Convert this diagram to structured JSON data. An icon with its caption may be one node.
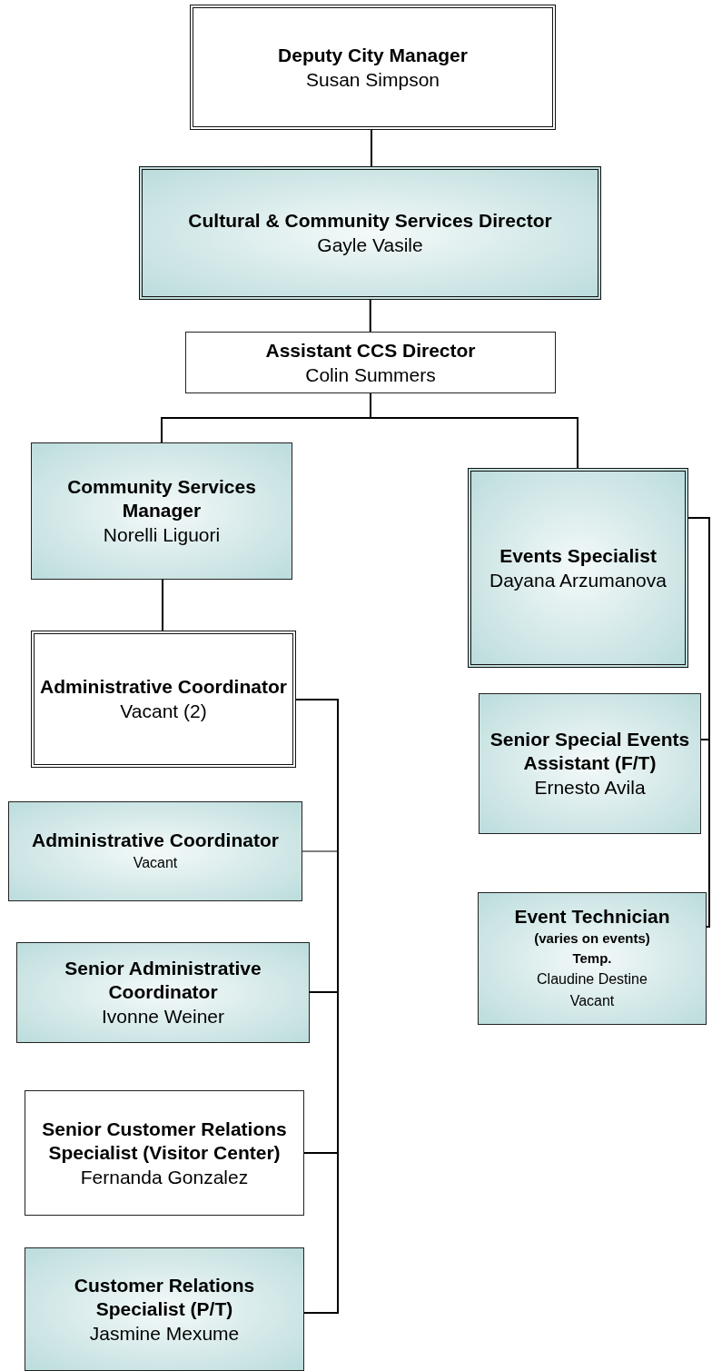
{
  "diagram": {
    "nodes": [
      {
        "text": [
          "Deputy City Manager",
          "Susan Simpson"
        ]
      },
      {
        "text": [
          "Cultural & Community  Services Director",
          "Gayle Vasile"
        ]
      },
      {
        "text": [
          "Assistant CCS Director",
          "Colin Summers"
        ]
      },
      {
        "text": [
          "Community Services Manager",
          "Norelli Liguori"
        ]
      },
      {
        "text": [
          "Events Specialist",
          "Dayana Arzumanova"
        ]
      },
      {
        "text": [
          "Administrative Coordinator",
          "Vacant (2)"
        ]
      },
      {
        "text": [
          "Administrative Coordinator",
          "Vacant"
        ]
      },
      {
        "text": [
          "Senior Administrative Coordinator",
          "Ivonne Weiner"
        ]
      },
      {
        "text": [
          "Senior Customer Relations Specialist (Visitor Center)",
          "Fernanda Gonzalez"
        ]
      },
      {
        "text": [
          "Customer Relations Specialist (P/T)",
          "Jasmine Mexume"
        ]
      },
      {
        "text": [
          "Senior Special Events Assistant (F/T)",
          "Ernesto Avila"
        ]
      },
      {
        "text": [
          "Event Technician",
          "(varies on events)",
          "Temp.",
          "Claudine Destine",
          "Vacant"
        ]
      }
    ],
    "edges": [
      {
        "from": 0,
        "to": 1,
        "arrow": "none"
      },
      {
        "from": 1,
        "to": 2,
        "arrow": "none"
      },
      {
        "from": 2,
        "to": 3,
        "arrow": "none"
      },
      {
        "from": 2,
        "to": 4,
        "arrow": "none"
      },
      {
        "from": 3,
        "to": 5,
        "arrow": "none"
      },
      {
        "from": 5,
        "to": 6,
        "arrow": "none"
      },
      {
        "from": 5,
        "to": 7,
        "arrow": "none"
      },
      {
        "from": 5,
        "to": 8,
        "arrow": "none"
      },
      {
        "from": 5,
        "to": 9,
        "arrow": "none"
      },
      {
        "from": 4,
        "to": 10,
        "arrow": "none"
      },
      {
        "from": 4,
        "to": 11,
        "arrow": "none"
      }
    ]
  }
}
